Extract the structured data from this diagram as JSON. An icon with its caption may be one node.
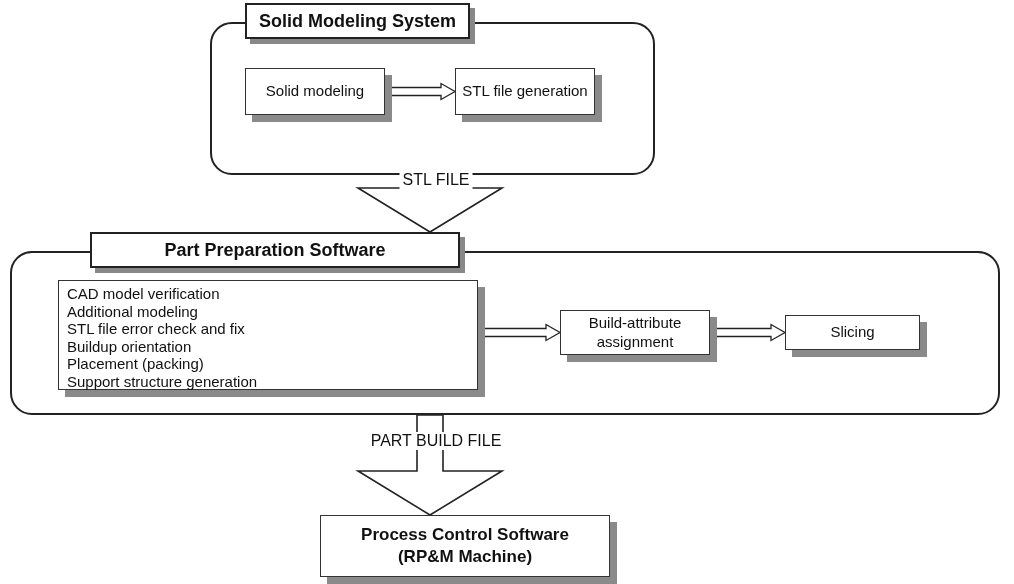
{
  "diagram": {
    "nodes": [
      {
        "text": [
          "Solid Modeling System"
        ]
      },
      {
        "text": [
          "Solid modeling"
        ],
        "in": 0
      },
      {
        "text": [
          "STL file generation"
        ],
        "in": 0
      },
      {
        "text": [
          "Part Preparation Software"
        ]
      },
      {
        "text": [
          "CAD model verification",
          "Additional modeling",
          "STL file error check and fix",
          "Buildup orientation",
          "Placement (packing)",
          "Support structure generation"
        ],
        "in": 3
      },
      {
        "text": [
          "Build-attribute assignment"
        ],
        "in": 3
      },
      {
        "text": [
          "Slicing"
        ],
        "in": 3
      },
      {
        "text": [
          "Process Control Software (RP&M Machine)"
        ]
      }
    ],
    "edges": [
      {
        "from": 1,
        "to": 2,
        "arrow": "to"
      },
      {
        "from": 0,
        "to": 3,
        "arrow": "to",
        "label": "STL FILE",
        "style": "thick"
      },
      {
        "from": 4,
        "to": 5,
        "arrow": "to"
      },
      {
        "from": 5,
        "to": 6,
        "arrow": "to"
      },
      {
        "from": 3,
        "to": 7,
        "arrow": "to",
        "label": "PART BUILD FILE",
        "style": "thick"
      }
    ]
  }
}
